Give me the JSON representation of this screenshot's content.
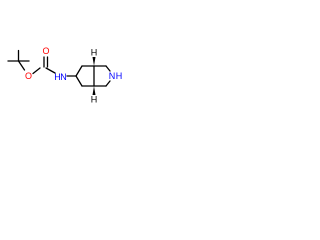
{
  "molecule": {
    "atom_labels": {
      "carbonyl_oxygen": "O",
      "ester_oxygen": "O",
      "amide_nitrogen": "N",
      "amide_hydrogen": "H",
      "ring_nitrogen": "N",
      "ring_hydrogen": "H"
    },
    "stereo_labels": {
      "top_bridgehead": "H",
      "bottom_bridgehead": "H"
    },
    "colors": {
      "oxygen": "#ff0000",
      "nitrogen": "#0000ff",
      "bond": "#000000",
      "background": "#ffffff"
    }
  }
}
